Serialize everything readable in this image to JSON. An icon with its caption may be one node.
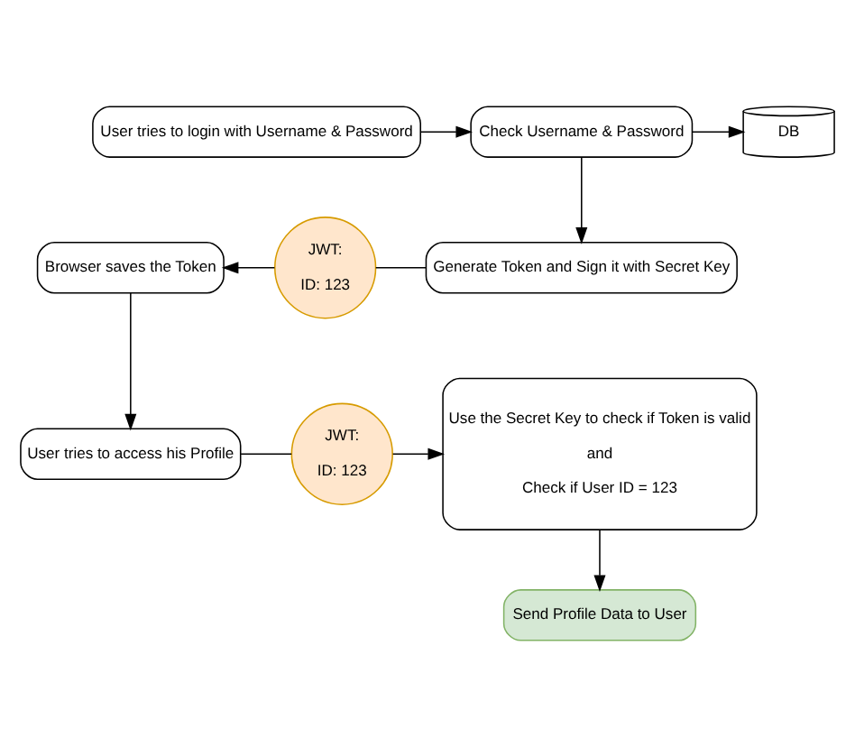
{
  "diagram": {
    "nodes": [
      {
        "text": [
          "User tries to login with Username & Password"
        ]
      },
      {
        "text": [
          "Check Username & Password"
        ]
      },
      {
        "text": [
          "DB"
        ]
      },
      {
        "text": [
          "Browser saves the Token"
        ]
      },
      {
        "text": [
          "JWT:",
          "ID: 123"
        ]
      },
      {
        "text": [
          "Generate Token and Sign it with Secret Key"
        ]
      },
      {
        "text": [
          "User tries to access his Profile"
        ]
      },
      {
        "text": [
          "JWT:",
          "ID: 123"
        ]
      },
      {
        "text": [
          "Use the Secret Key to check if Token is valid",
          "and",
          "Check if User ID = 123"
        ]
      },
      {
        "text": [
          "Send Profile Data to User"
        ]
      }
    ],
    "edges": [
      {
        "from": 0,
        "to": 1,
        "arrow": "to"
      },
      {
        "from": 1,
        "to": 2,
        "arrow": "to"
      },
      {
        "from": 1,
        "to": 5,
        "arrow": "to"
      },
      {
        "from": 5,
        "to": 4,
        "arrow": "none"
      },
      {
        "from": 4,
        "to": 3,
        "arrow": "to"
      },
      {
        "from": 3,
        "to": 6,
        "arrow": "to"
      },
      {
        "from": 6,
        "to": 7,
        "arrow": "none"
      },
      {
        "from": 7,
        "to": 8,
        "arrow": "to"
      },
      {
        "from": 8,
        "to": 9,
        "arrow": "to"
      }
    ]
  }
}
